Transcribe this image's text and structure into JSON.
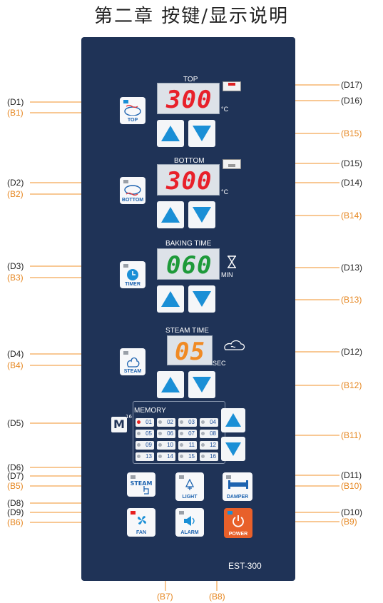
{
  "heading": "第二章 按键/显示说明",
  "labels_left": {
    "d1": "(D1)",
    "b1": "(B1)",
    "d2": "(D2)",
    "b2": "(B2)",
    "d3": "(D3)",
    "b3": "(B3)",
    "d4": "(D4)",
    "b4": "(B4)",
    "d5": "(D5)",
    "d6": "(D6)",
    "d7": "(D7)",
    "b5": "(B5)",
    "d8": "(D8)",
    "d9": "(D9)",
    "b6": "(B6)"
  },
  "labels_right": {
    "d17": "(D17)",
    "d16": "(D16)",
    "b15": "(B15)",
    "d15": "(D15)",
    "d14": "(D14)",
    "b14": "(B14)",
    "d13": "(D13)",
    "b13": "(B13)",
    "d12": "(D12)",
    "b12": "(B12)",
    "b11": "(B11)",
    "d11": "(D11)",
    "b10": "(B10)",
    "d10": "(D10)",
    "b9": "(B9)"
  },
  "labels_bottom": {
    "b7": "(B7)",
    "b8": "(B8)"
  },
  "panel": {
    "top": {
      "caption": "TOP",
      "value": "300",
      "unit": "°C"
    },
    "bottom": {
      "caption": "BOTTOM",
      "value": "300",
      "unit": "°C"
    },
    "baking": {
      "caption": "BAKING TIME",
      "value": "060",
      "unit": "MIN"
    },
    "steam_time": {
      "caption": "STEAM TIME",
      "value": "05",
      "unit": "SEC"
    },
    "memory": {
      "caption": "MEMORY",
      "icon": "M",
      "badge": "16",
      "slots": [
        "01",
        "02",
        "03",
        "04",
        "05",
        "06",
        "07",
        "08",
        "09",
        "10",
        "11",
        "12",
        "13",
        "14",
        "15",
        "16"
      ]
    },
    "keys": {
      "top": "TOP",
      "bottom": "BOTTOM",
      "timer": "TIMER",
      "steam": "STEAM",
      "steam2": "STEAM",
      "light": "LIGHT",
      "damper": "DAMPER",
      "fan": "FAN",
      "alarm": "ALARM",
      "power": "POWER"
    },
    "model": "EST-300"
  },
  "colors": {
    "panel": "#1f3357",
    "seg_red": "#e8202a",
    "seg_green": "#1e9a3a",
    "seg_orange": "#f08a24",
    "label_orange": "#e6861f",
    "leader": "#f0902a",
    "arrow": "#1a8fd6",
    "power": "#e8602a"
  }
}
